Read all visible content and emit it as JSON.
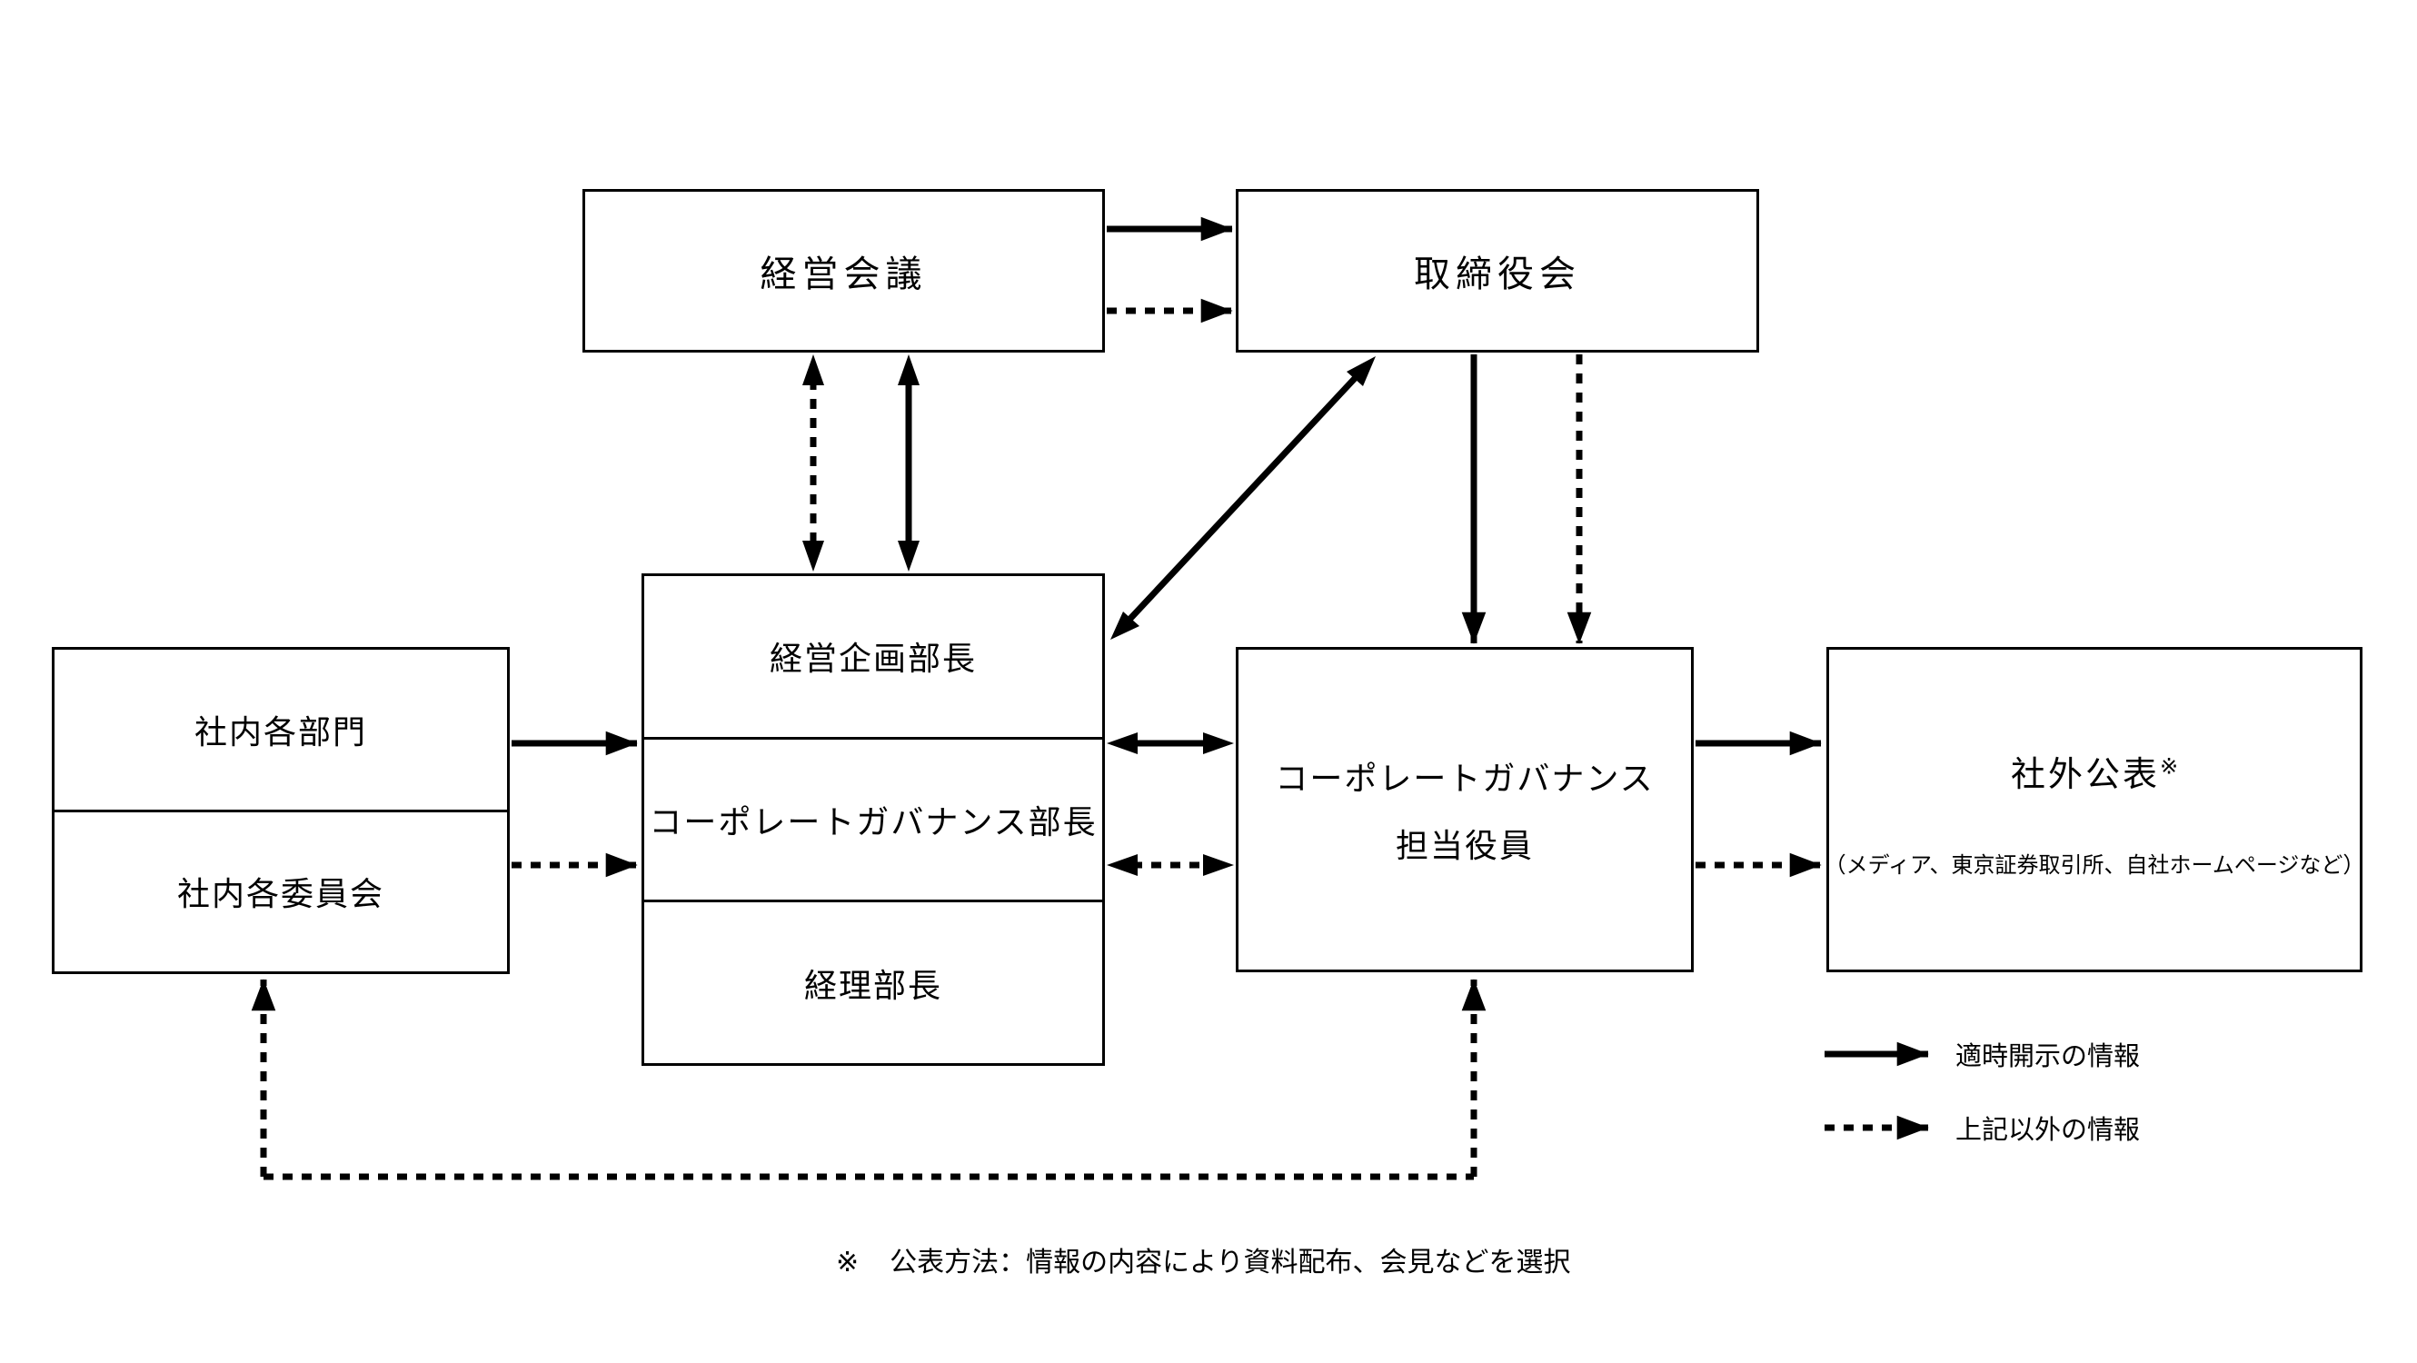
{
  "colors": {
    "ink": "#000000",
    "background": "#ffffff"
  },
  "boxes": {
    "management_meeting": {
      "label": "経営会議"
    },
    "board_of_directors": {
      "label": "取締役会"
    },
    "department_heads": {
      "rows": [
        "経営企画部長",
        "コーポレートガバナンス部長",
        "経理部長"
      ]
    },
    "internal_units": {
      "rows": [
        "社内各部門",
        "社内各委員会"
      ]
    },
    "governance_officer": {
      "lines": [
        "コーポレートガバナンス",
        "担当役員"
      ]
    },
    "external_disclosure": {
      "label": "社外公表",
      "ref_mark": "※",
      "sublabel": "（メディア、東京証券取引所、自社ホームページなど）"
    }
  },
  "legend": {
    "items": [
      {
        "line_style": "solid",
        "label": "適時開示の情報"
      },
      {
        "line_style": "dotted",
        "label": "上記以外の情報"
      }
    ]
  },
  "footnote": {
    "mark": "※",
    "text": "公表方法：情報の内容により資料配布、会見などを選択"
  }
}
